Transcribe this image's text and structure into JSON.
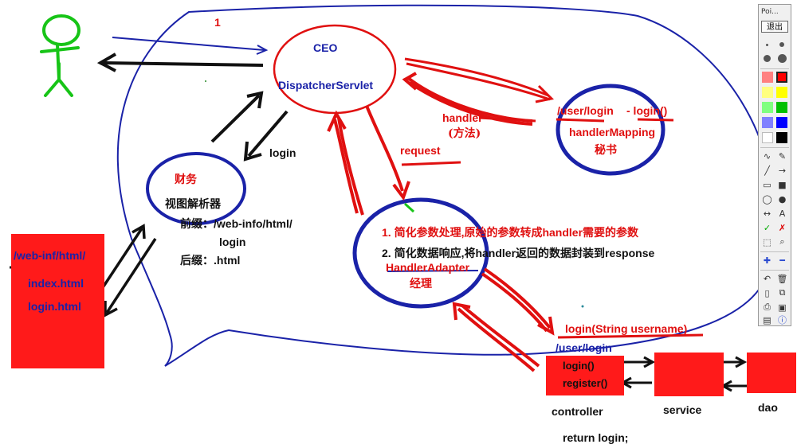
{
  "diagram": {
    "annotations": {
      "number_one": "1",
      "ceo": "CEO",
      "dispatcher": "DispatcherServlet",
      "login_arrow": "login",
      "handler": "handler",
      "method_cn": "(方法)",
      "request": "request",
      "user_login_path": "/user/login",
      "login_method": "- login()",
      "handler_mapping": "handlerMapping",
      "secretary": "秘书",
      "finance": "财务",
      "view_resolver": "视图解析器",
      "prefix": "前缀：/web-info/html/",
      "prefix_login": "login",
      "suffix": "后缀：.html",
      "adapter_point1": "1. 简化参数处理,原始的参数转成handler需要的参数",
      "adapter_point2": "2. 简化数据响应,将handler返回的数据封装到response",
      "handler_adapter": "HandlerAdapter",
      "manager": "经理",
      "webinf_path": "/web-inf/html/",
      "index_html": "index.html",
      "login_html": "login.html",
      "login_signature": "login(String username)",
      "controller_path": "/user/login",
      "controller_login": "login()",
      "controller_register": "register()",
      "controller": "controller",
      "service": "service",
      "dao": "dao",
      "return_login": "return login;"
    },
    "colors": {
      "ink_blue": "#1a22a8",
      "ink_red": "#e01010",
      "fill_red": "#ff1a1a",
      "ink_black": "#111111",
      "ink_green": "#17c417"
    }
  },
  "toolbar": {
    "title": "Poi...",
    "exit_label": "退出",
    "palette": [
      "#ff8080",
      "#ff0000",
      "#ffff80",
      "#ffff00",
      "#80ff80",
      "#00c000",
      "#8080ff",
      "#0000ff",
      "#ffffff",
      "#000000"
    ]
  }
}
